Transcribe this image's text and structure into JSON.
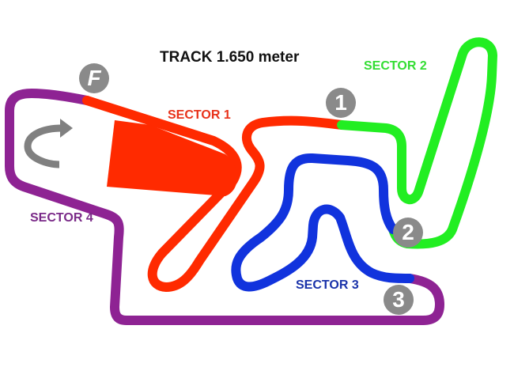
{
  "title": "TRACK 1.650 meter",
  "sectors": [
    {
      "id": "sector-1",
      "label": "SECTOR 1",
      "color": "#ff2a00"
    },
    {
      "id": "sector-2",
      "label": "SECTOR 2",
      "color": "#22ee22"
    },
    {
      "id": "sector-3",
      "label": "SECTOR 3",
      "color": "#1133dd"
    },
    {
      "id": "sector-4",
      "label": "SECTOR 4",
      "color": "#8e2393"
    }
  ],
  "markers": [
    {
      "id": "finish",
      "label": "F"
    },
    {
      "id": "split-1",
      "label": "1"
    },
    {
      "id": "split-2",
      "label": "2"
    },
    {
      "id": "split-3",
      "label": "3"
    }
  ],
  "direction_icon": "curved-arrow-right",
  "marker_color": "#8a8a8a",
  "label_colors": {
    "sector_1": "#e8321a",
    "sector_2": "#33dd33",
    "sector_3": "#1a33aa",
    "sector_4": "#7a2a88"
  }
}
